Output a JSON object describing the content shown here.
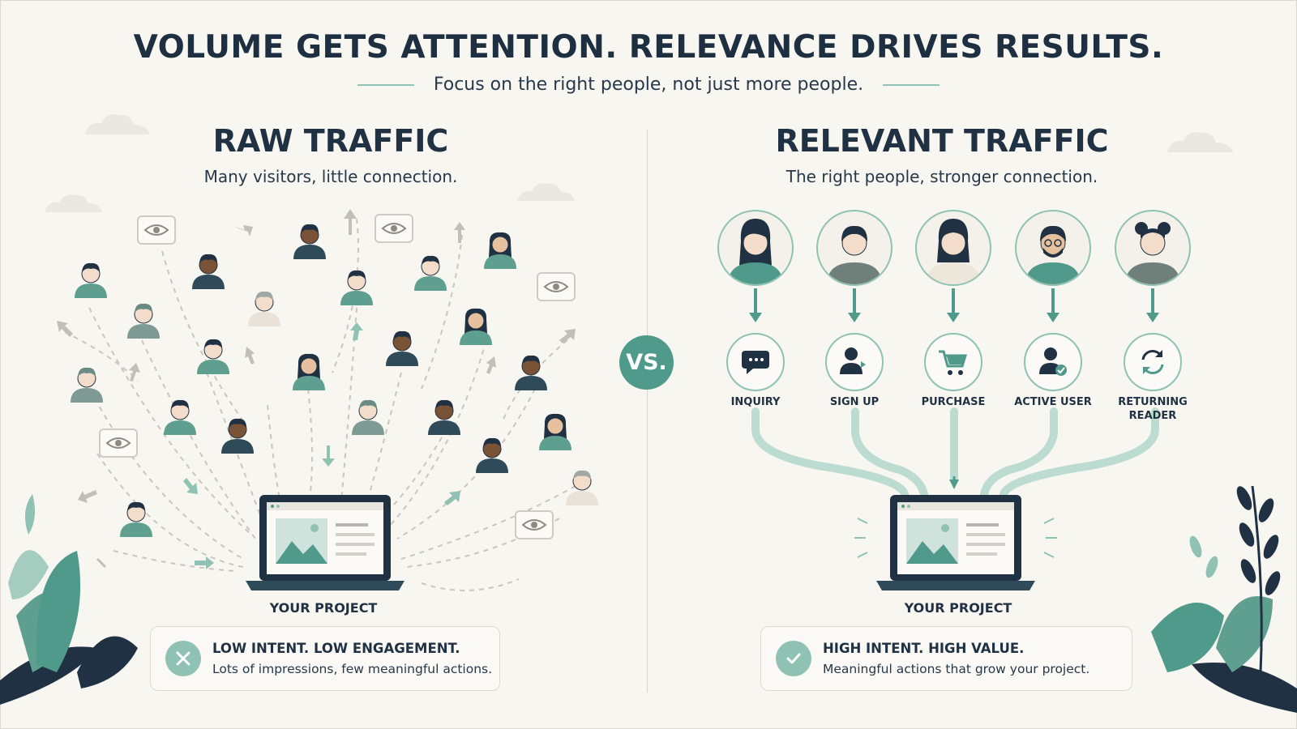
{
  "header": {
    "title": "VOLUME GETS ATTENTION. RELEVANCE DRIVES RESULTS.",
    "subtitle": "Focus on the right people, not just more people."
  },
  "left_panel": {
    "title": "RAW TRAFFIC",
    "subtitle": "Many visitors, little connection.",
    "project_label": "YOUR PROJECT",
    "result": {
      "icon": "x-icon",
      "heading": "LOW INTENT. LOW ENGAGEMENT.",
      "text": "Lots of impressions, few meaningful actions."
    }
  },
  "vs_label": "VS.",
  "right_panel": {
    "title": "RELEVANT TRAFFIC",
    "subtitle": "The right people, stronger connection.",
    "actions": [
      {
        "label": "INQUIRY",
        "icon": "chat-bubble-icon"
      },
      {
        "label": "SIGN UP",
        "icon": "user-add-icon"
      },
      {
        "label": "PURCHASE",
        "icon": "cart-icon"
      },
      {
        "label": "ACTIVE USER",
        "icon": "user-check-icon"
      },
      {
        "label": "RETURNING READER",
        "icon": "refresh-icon"
      }
    ],
    "project_label": "YOUR PROJECT",
    "result": {
      "icon": "check-icon",
      "heading": "HIGH INTENT. HIGH VALUE.",
      "text": "Meaningful actions that grow your project."
    }
  },
  "colors": {
    "accent": "#4f9a8a",
    "accent_light": "#8fc2b3",
    "dark_navy": "#1f3142",
    "background": "#f8f6f1"
  }
}
